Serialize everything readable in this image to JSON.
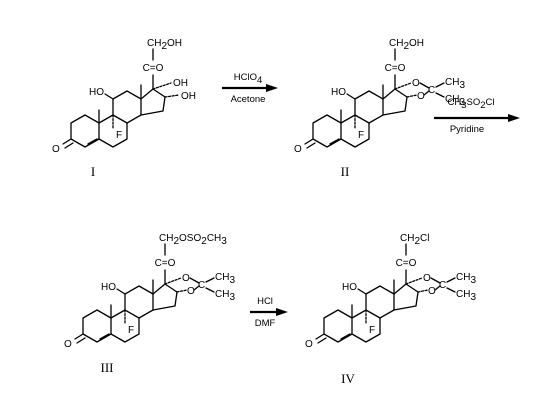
{
  "compounds": [
    {
      "label": "I",
      "c21_group": "CH",
      "c21_sub": "2",
      "c21_tail": "OH",
      "tail_sub": "",
      "tail_end": "",
      "carbonyl": "C=O",
      "ring_carbonyl": "O",
      "hydroxyl": "HO",
      "fluoro": "F",
      "sub1": "OH",
      "sub2": "OH"
    },
    {
      "label": "II",
      "c21_group": "CH",
      "c21_sub": "2",
      "c21_tail": "OH",
      "tail_sub": "",
      "tail_end": "",
      "carbonyl": "C=O",
      "ring_carbonyl": "O",
      "hydroxyl": "HO",
      "fluoro": "F",
      "ket_o1": "O",
      "ket_o2": "O",
      "ket_c": "C",
      "me1": "CH",
      "me1_sub": "3",
      "me2": "CH",
      "me2_sub": "3"
    },
    {
      "label": "III",
      "c21_group": "CH",
      "c21_sub": "2",
      "c21_tail": "OSO",
      "tail_sub": "2",
      "tail_end": "CH",
      "tail_end_sub": "3",
      "carbonyl": "C=O",
      "ring_carbonyl": "O",
      "hydroxyl": "HO",
      "fluoro": "F",
      "ket_o1": "O",
      "ket_o2": "O",
      "ket_c": "C",
      "me1": "CH",
      "me1_sub": "3",
      "me2": "CH",
      "me2_sub": "3"
    },
    {
      "label": "IV",
      "c21_group": "CH",
      "c21_sub": "2",
      "c21_tail": "Cl",
      "tail_sub": "",
      "tail_end": "",
      "carbonyl": "C=O",
      "ring_carbonyl": "O",
      "hydroxyl": "HO",
      "fluoro": "F",
      "ket_o1": "O",
      "ket_o2": "O",
      "ket_c": "C",
      "me1": "CH",
      "me1_sub": "3",
      "me2": "CH",
      "me2_sub": "3"
    }
  ],
  "steps": [
    {
      "reagent_above": "HClO",
      "reagent_above_sub": "4",
      "reagent_above_tail": "",
      "reagent_below": "Acetone"
    },
    {
      "reagent_above": "CH",
      "reagent_above_sub": "3",
      "reagent_above_tail": "SO",
      "reagent_above_sub2": "2",
      "reagent_above_tail2": "Cl",
      "reagent_below": "Pyridine"
    },
    {
      "reagent_above": "HCl",
      "reagent_above_sub": "",
      "reagent_above_tail": "",
      "reagent_below": "DMF"
    }
  ]
}
